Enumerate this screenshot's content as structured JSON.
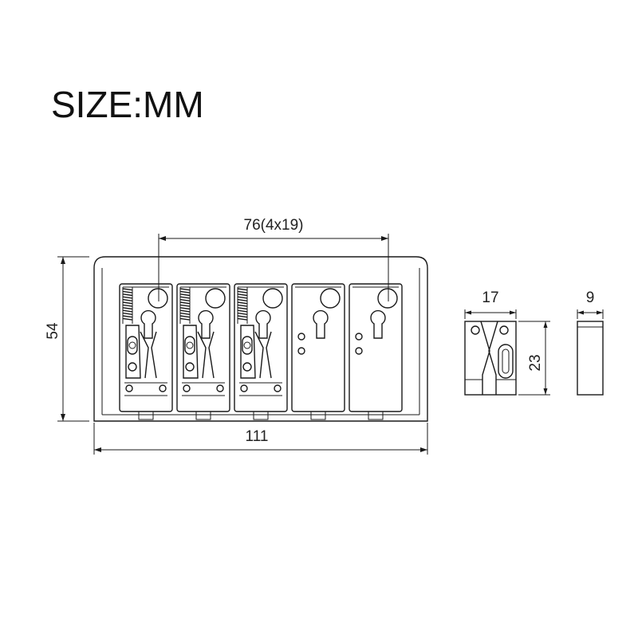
{
  "title": "SIZE:MM",
  "dimensions": {
    "string_spacing": "76(4x19)",
    "total_width": "111",
    "total_height": "54",
    "saddle_width": "17",
    "saddle_height": "23",
    "saddle_depth": "9"
  },
  "saddles": {
    "count": 5,
    "with_springs": 3
  },
  "colors": {
    "line": "#1a1a1a",
    "background": "#ffffff"
  }
}
